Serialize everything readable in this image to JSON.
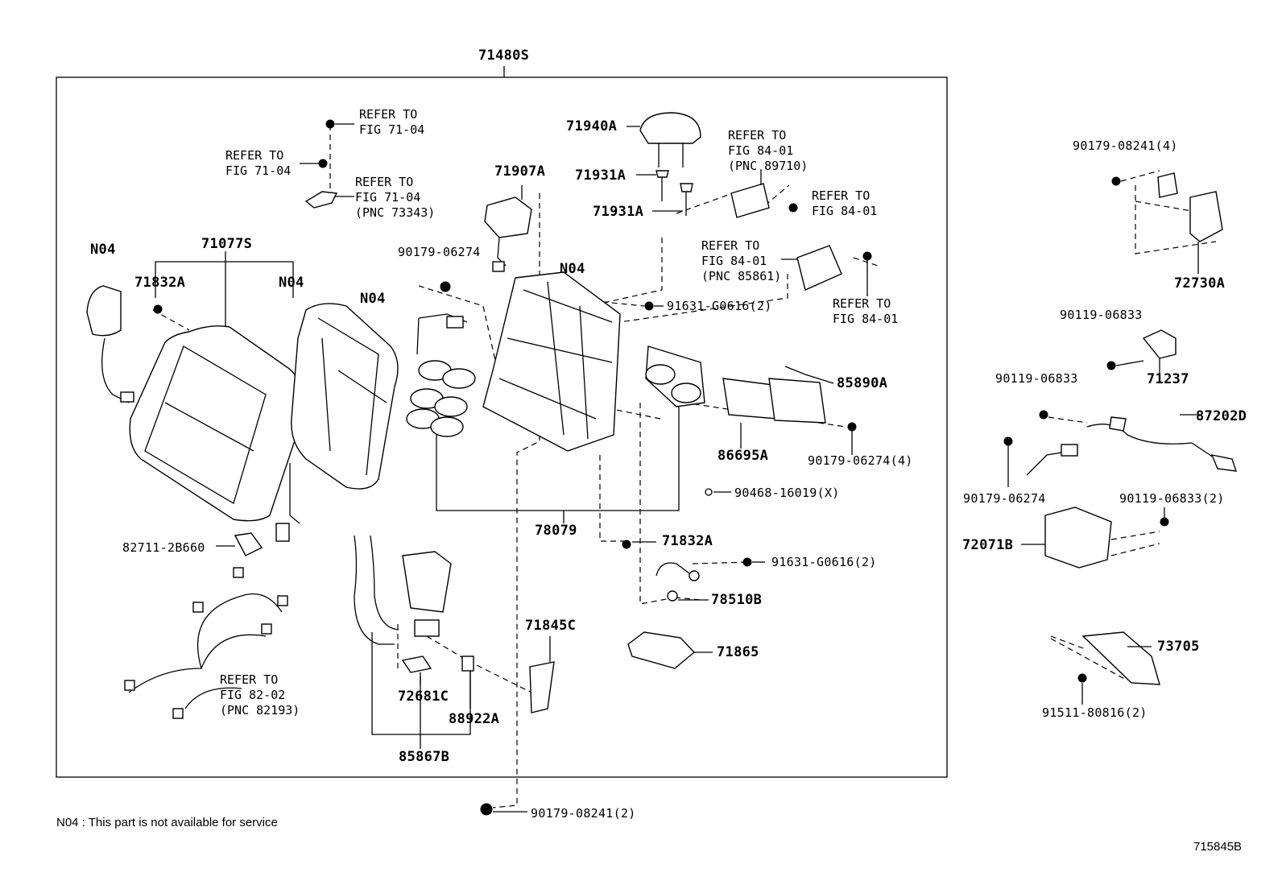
{
  "labels": {
    "assy": "71480S",
    "cover": "71077S",
    "n04_a": "N04",
    "n04_b": "N04",
    "n04_c": "N04",
    "n04_d": "N04",
    "p71832a_1": "71832A",
    "p71832a_2": "71832A",
    "p71940a": "71940A",
    "p71931a_1": "71931A",
    "p71931a_2": "71931A",
    "p71907a": "71907A",
    "p90179_06274_1": "90179-06274",
    "p91631_g0616_1": "91631-G0616(2)",
    "p85890a": "85890A",
    "p86695a": "86695A",
    "p90179_06274_4": "90179-06274(4)",
    "p90468": "90468-16019(X)",
    "p78079": "78079",
    "p82711": "82711-2B660",
    "p91631_g0616_2": "91631-G0616(2)",
    "p78510b": "78510B",
    "p71845c": "71845C",
    "p71865": "71865",
    "p72681c": "72681C",
    "p88922a": "88922A",
    "p85867b": "85867B",
    "p90179_08241_2": "90179-08241(2)",
    "p90179_08241_4": "90179-08241(4)",
    "p72730a": "72730A",
    "p90119_06833_a": "90119-06833",
    "p71237": "71237",
    "p90119_06833_b": "90119-06833",
    "p87202d": "87202D",
    "p90179_06274_r": "90179-06274",
    "p90119_06833_2": "90119-06833(2)",
    "p72071b": "72071B",
    "p73705": "73705",
    "p91511": "91511-80816(2)"
  },
  "refs": {
    "r71_04_top": "REFER TO\nFIG 71-04",
    "r71_04_left": "REFER TO\nFIG 71-04",
    "r71_04_pnc": "REFER TO\nFIG 71-04\n(PNC 73343)",
    "r84_01_pnc89710": "REFER TO\nFIG 84-01\n(PNC 89710)",
    "r84_01_right": "REFER TO\nFIG 84-01",
    "r84_01_pnc85861": "REFER TO\nFIG 84-01\n(PNC 85861)",
    "r84_01_low": "REFER TO\nFIG 84-01",
    "r82_02": "REFER TO\nFIG 82-02\n(PNC 82193)"
  },
  "footer": {
    "note": "N04 : This part is not available for service",
    "figure_code": "715845B"
  }
}
